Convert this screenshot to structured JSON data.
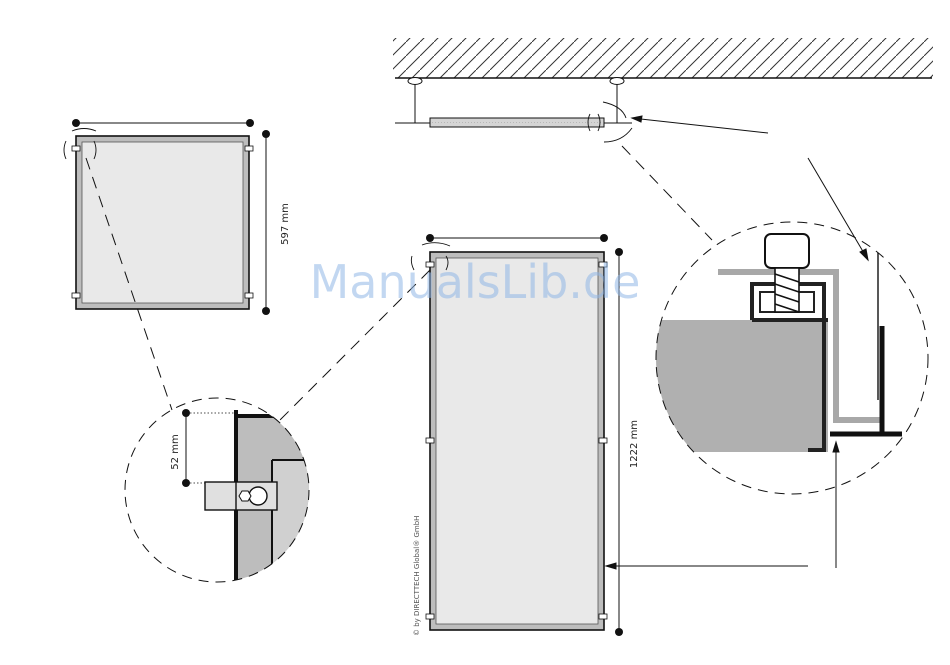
{
  "dimensions": {
    "small_panel_height": "597 mm",
    "large_panel_height": "1222 mm",
    "clip_detail": "52 mm"
  },
  "watermark": "ManualsLib.de",
  "copyright": "© by DIRECTTECH Global® GmbH",
  "colors": {
    "panel_fill": "#e9e9e9",
    "profile_fill": "#bdbdbd",
    "ceiling_fill": "#b0b0b0",
    "line": "#1a1a1a"
  }
}
